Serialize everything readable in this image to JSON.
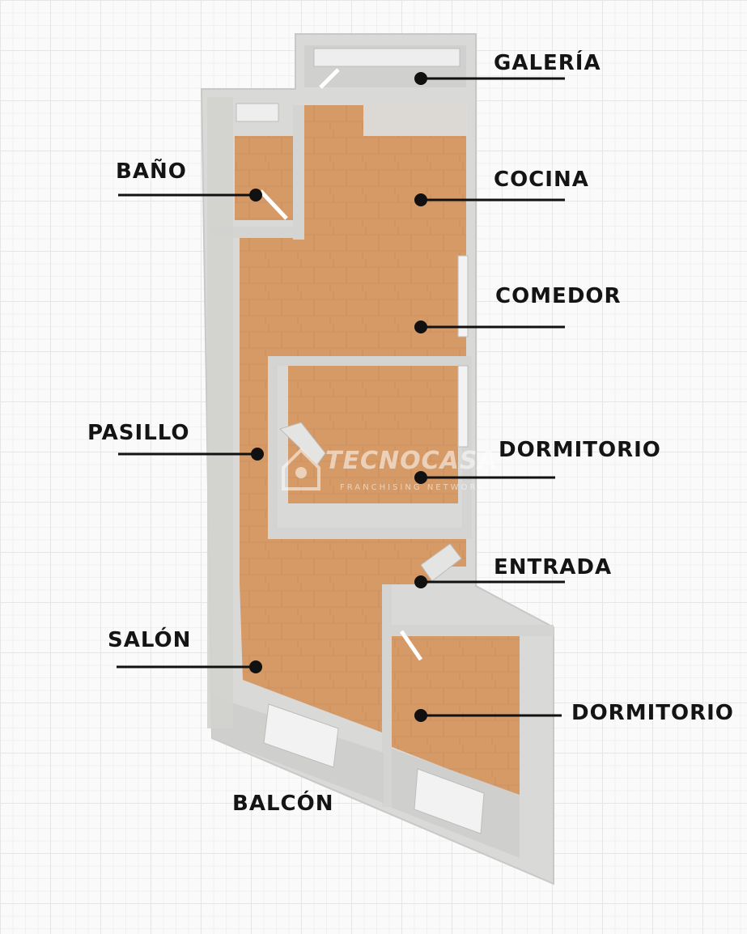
{
  "labels": {
    "galeria": "GALERÍA",
    "bano": "BAÑO",
    "cocina": "COCINA",
    "comedor": "COMEDOR",
    "pasillo": "PASILLO",
    "dormitorio_1": "DORMITORIO",
    "entrada": "ENTRADA",
    "salon": "SALÓN",
    "dormitorio_2": "DORMITORIO",
    "balcon": "BALCÓN"
  },
  "watermark": {
    "brand": "TECNOCASA",
    "tagline": "FRANCHISING NETWORK"
  },
  "colors": {
    "floor": "#d69a67",
    "wall": "#d9d9d7",
    "wall_shade": "#b9b9b6",
    "marker": "#111111",
    "grid": "#e6e6e6"
  }
}
